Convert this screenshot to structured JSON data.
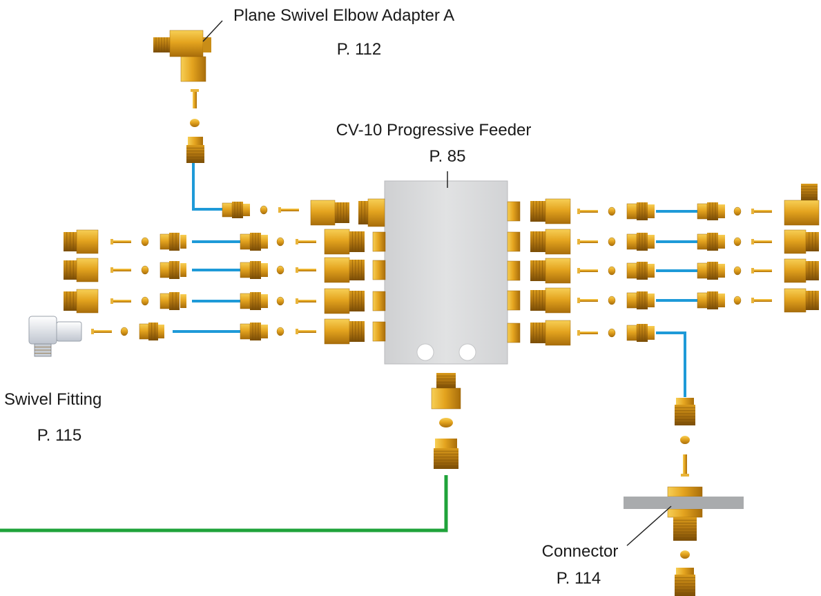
{
  "callouts": {
    "elbow_adapter": {
      "name": "Plane Swivel Elbow Adapter A",
      "page": "P. 112"
    },
    "feeder": {
      "name": "CV-10 Progressive Feeder",
      "page": "P. 85"
    },
    "swivel_fitting": {
      "name": "Swivel Fitting",
      "page": "P. 115"
    },
    "connector": {
      "name": "Connector",
      "page": "P. 114"
    }
  },
  "colors": {
    "brass": "#e0a21c",
    "tube_blue": "#1e9ad8",
    "tube_green": "#1fa33a",
    "feeder_body": "#d9dadb",
    "swivel_white": "#e6e9ee",
    "plate_gray": "#a9abad"
  }
}
